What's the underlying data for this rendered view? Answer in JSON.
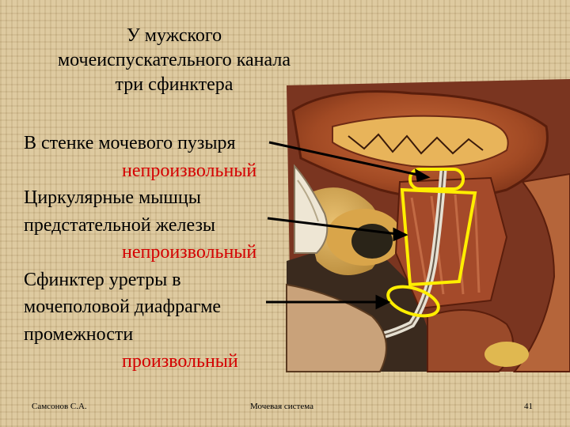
{
  "title": {
    "line1": "У мужского",
    "line2": "мочеиспускательного канала",
    "line3": "три сфинктера"
  },
  "body": {
    "l1": "В стенке мочевого пузыря",
    "l2": "непроизвольный",
    "l3": "Циркулярные мышцы",
    "l4": "предстательной железы",
    "l5": "непроизвольный",
    "l6": "Сфинктер уретры в",
    "l7": "мочеполовой диафрагме",
    "l8": "промежности",
    "l9": "произвольный"
  },
  "footer": {
    "author": "Самсонов С.А.",
    "center": "Мочевая система",
    "page": "41"
  },
  "colors": {
    "highlight": "#ffee00",
    "emphasis": "#d40000"
  }
}
